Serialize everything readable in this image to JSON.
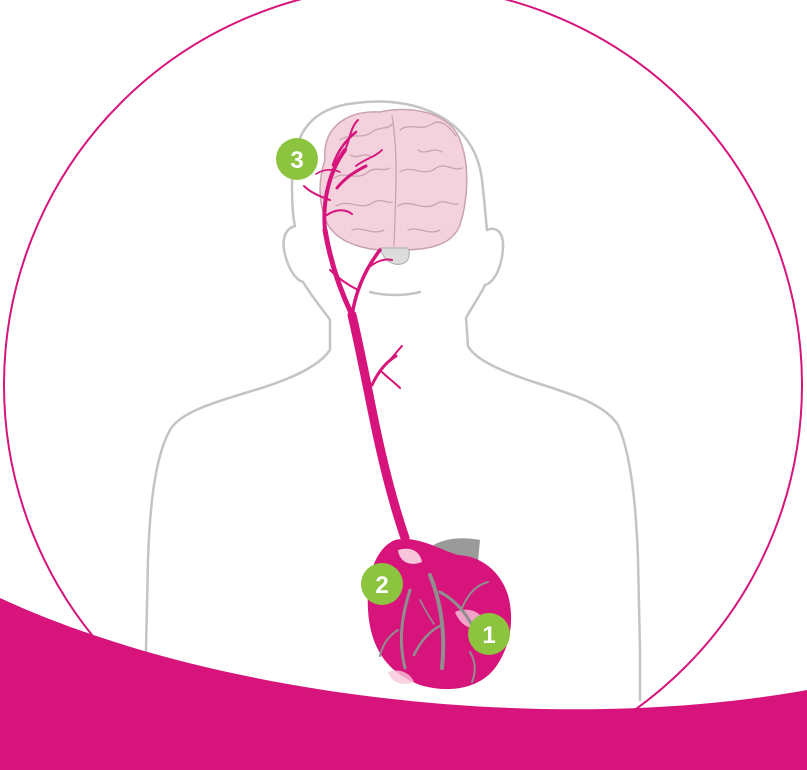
{
  "colors": {
    "accent": "#d6147c",
    "marker": "#8cc43f",
    "marker_text": "#ffffff",
    "outline": "#c4c4c4",
    "brain_fill": "#f3d2dd",
    "brain_detail": "#c9a2b0",
    "vessel_gray": "#8f8f8f",
    "heart_highlight": "#f7c6da",
    "background": "#ffffff"
  },
  "icons": {
    "brain": "brain-icon",
    "heart": "heart-icon",
    "artery": "carotid-artery-icon",
    "body": "human-silhouette-icon"
  },
  "markers": [
    {
      "id": "heart-marker",
      "label": "1"
    },
    {
      "id": "aorta-marker",
      "label": "2"
    },
    {
      "id": "brain-marker",
      "label": "3"
    }
  ]
}
